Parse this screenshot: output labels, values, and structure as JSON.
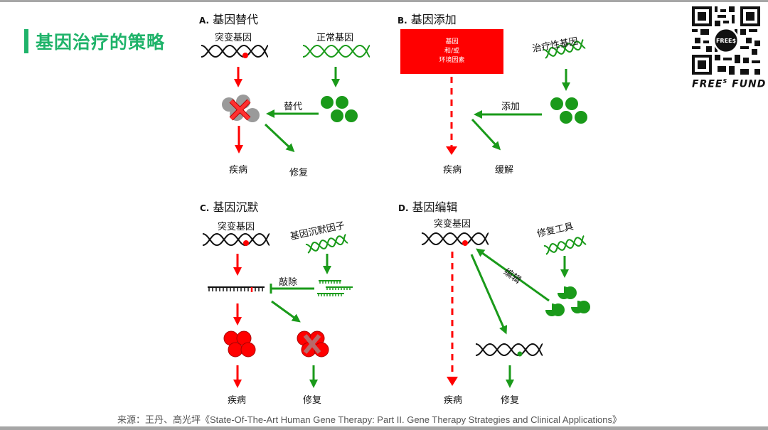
{
  "page": {
    "title": "基因治疗的策略",
    "accent_color": "#1fb36a",
    "source": "来源：王丹、高光坪《State-Of-The-Art Human Gene Therapy: Part II. Gene Therapy Strategies and Clinical Applications》"
  },
  "brand": {
    "name_left": "FREE",
    "name_sup": "S",
    "name_right": " FUND",
    "qr_center_text": "FREE$",
    "qr_icon": "qr-code-icon"
  },
  "colors": {
    "red": "#ff0000",
    "green": "#1a9a1a",
    "gray": "#999999",
    "black": "#111111"
  },
  "panels": {
    "a": {
      "letter": "A.",
      "title": "基因替代",
      "mutant_gene": "突变基因",
      "normal_gene": "正常基因",
      "action": "替代",
      "outcome_bad": "疾病",
      "outcome_good": "修复"
    },
    "b": {
      "letter": "B.",
      "title": "基因添加",
      "box_line1": "基因",
      "box_line2": "和/或",
      "box_line3": "环境因素",
      "therapeutic_gene": "治疗性基因",
      "action": "添加",
      "outcome_bad": "疾病",
      "outcome_good": "缓解"
    },
    "c": {
      "letter": "C.",
      "title": "基因沉默",
      "mutant_gene": "突变基因",
      "silencer": "基因沉默因子",
      "action": "敲除",
      "outcome_bad": "疾病",
      "outcome_good": "修复"
    },
    "d": {
      "letter": "D.",
      "title": "基因编辑",
      "mutant_gene": "突变基因",
      "repair_tool": "修复工具",
      "action": "编辑",
      "outcome_bad": "疾病",
      "outcome_good": "修复"
    }
  }
}
